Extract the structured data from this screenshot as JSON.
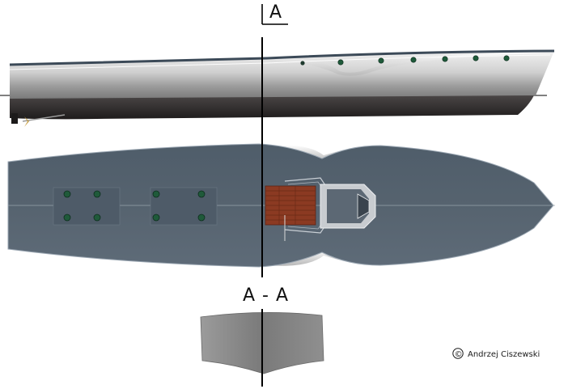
{
  "section_marker": {
    "label": "A"
  },
  "section_caption": {
    "label": "A - A"
  },
  "credit": {
    "symbol": "©",
    "author": "Andrzej Ciszewski"
  },
  "colors": {
    "hull_light": "#dcdcdc",
    "hull_dark": "#2f2c2c",
    "deck_blue": "#52606d",
    "deck_wood": "#8b3a22",
    "portholes": "#1f5a3a",
    "section_gray": "#8a8a8a"
  }
}
